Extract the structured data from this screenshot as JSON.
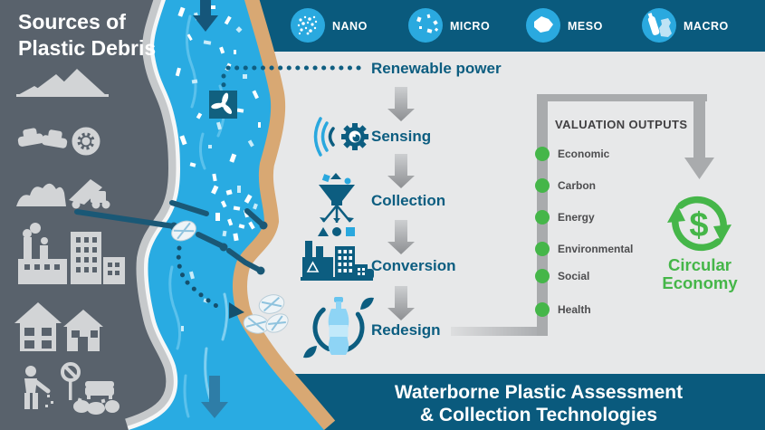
{
  "palette": {
    "teal_bar": "#0a5a7d",
    "river_blue": "#29abe2",
    "accent_blue": "#2aa8de",
    "dark_teal": "#0c5d80",
    "green": "#45b649",
    "slate_panel": "#59626c",
    "sand": "#d8a873",
    "panel_gray": "#e7e8e9",
    "silver": "#a9abad"
  },
  "left_panel": {
    "title_lines": [
      "Sources of",
      "Plastic Debris"
    ],
    "source_icons": [
      "mountains",
      "vehicle-collision",
      "landfill-truck",
      "industry",
      "residential",
      "littering"
    ]
  },
  "size_classes": [
    {
      "label": "NANO",
      "icon": "nano-particles"
    },
    {
      "label": "MICRO",
      "icon": "micro-fragments"
    },
    {
      "label": "MESO",
      "icon": "meso-fragment"
    },
    {
      "label": "MACRO",
      "icon": "macro-bottle-bag"
    }
  ],
  "flow": {
    "power_label": "Renewable power",
    "steps": [
      "Sensing",
      "Collection",
      "Conversion",
      "Redesign"
    ]
  },
  "valuation": {
    "title": "VALUATION OUTPUTS",
    "items": [
      "Economic",
      "Carbon",
      "Energy",
      "Environmental",
      "Social",
      "Health"
    ]
  },
  "circular_economy": {
    "label": "Circular Economy",
    "symbol": "$"
  },
  "footer": {
    "lines": [
      "Waterborne Plastic Assessment",
      "& Collection Technologies"
    ]
  }
}
